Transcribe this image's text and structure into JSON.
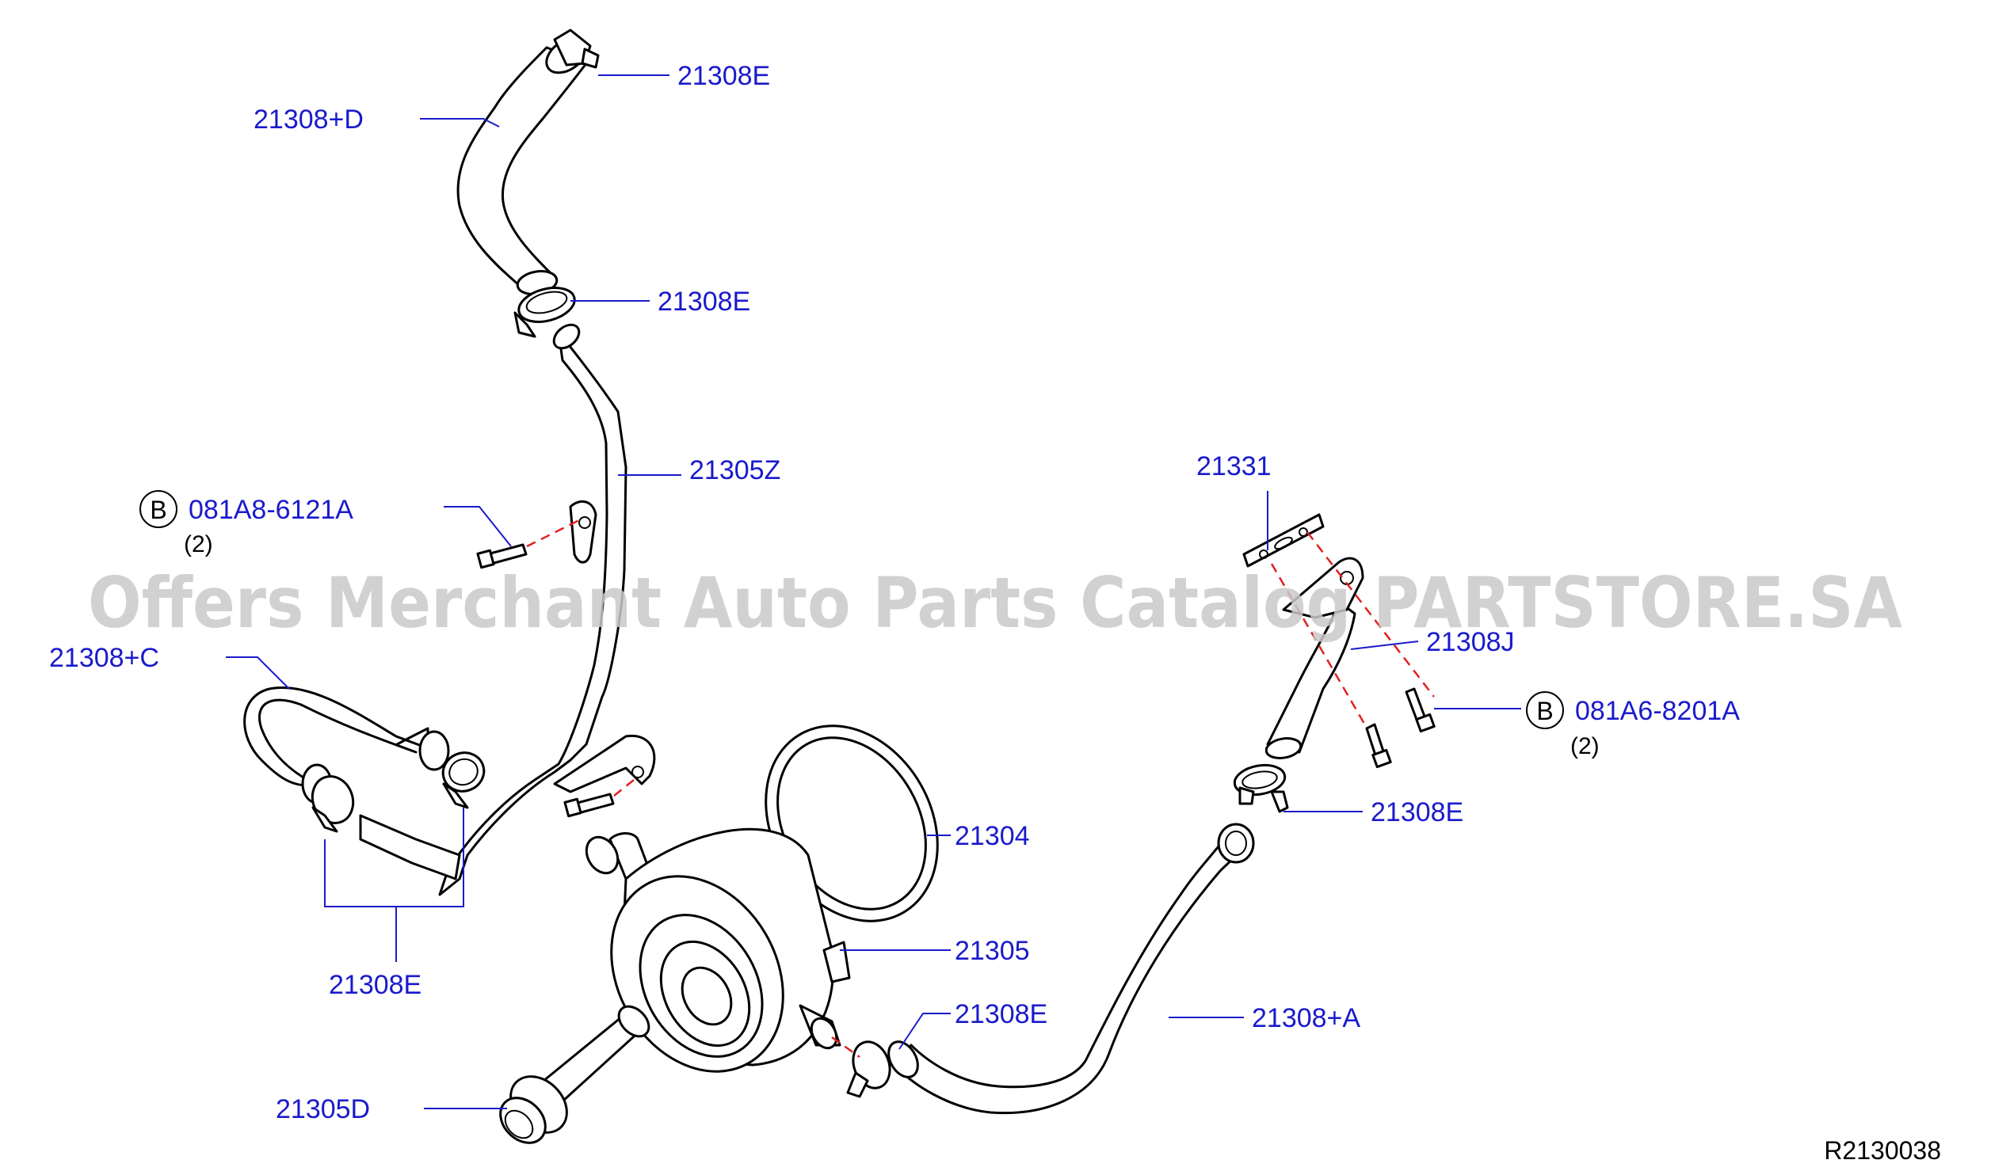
{
  "watermark": "Offers Merchant Auto Parts Catalog PARTSTORE.SA",
  "diagram_ref": "R2130038",
  "callouts": {
    "c1": "21308E",
    "c2": "21308+D",
    "c3": "21308E",
    "c4": "21305Z",
    "c5": "081A8-6121A",
    "c5_qty": "(2)",
    "c5_badge": "B",
    "c6": "21308+C",
    "c7": "21308E",
    "c8": "21331",
    "c9": "21308J",
    "c10": "081A6-8201A",
    "c10_qty": "(2)",
    "c10_badge": "B",
    "c11": "21308E",
    "c12": "21304",
    "c13": "21305",
    "c14": "21308E",
    "c15": "21308+A",
    "c16": "21305D"
  },
  "colors": {
    "callout": "#1a1acc",
    "dash": "#e02020",
    "watermark": "#c9c9c9"
  }
}
